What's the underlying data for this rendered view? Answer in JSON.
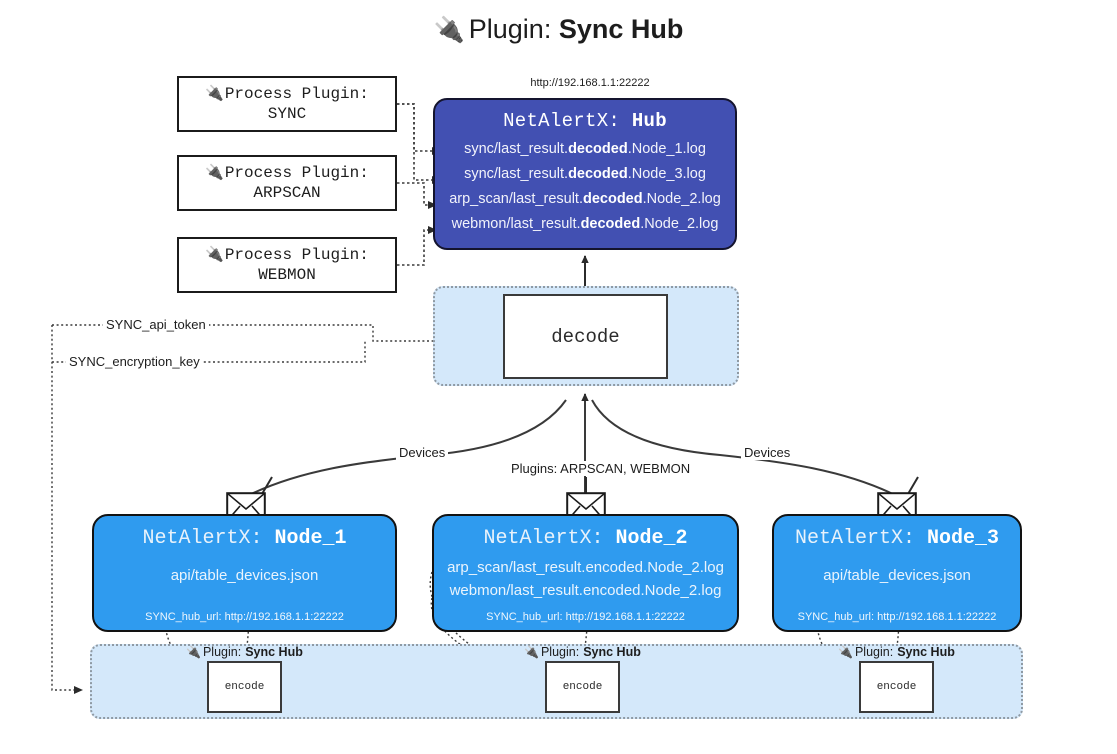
{
  "page": {
    "title_prefix": "Plugin:",
    "title_name": "Sync Hub",
    "plug_icon": "plug-icon",
    "hub_url": "http://192.168.1.1:22222"
  },
  "colors": {
    "hub_fill": "#4250b2",
    "node_fill": "#2f9bef",
    "container_fill": "#d4e8fa",
    "stroke": "#3a3a3a",
    "background": "#ffffff"
  },
  "process_plugins": [
    {
      "label": "Process Plugin:",
      "name": "SYNC"
    },
    {
      "label": "Process Plugin:",
      "name": "ARPSCAN"
    },
    {
      "label": "Process Plugin:",
      "name": "WEBMON"
    }
  ],
  "hub": {
    "title_prefix": "NetAlertX:",
    "title_name": "Hub",
    "lines": [
      {
        "pre": "sync/last_result.",
        "strong": "decoded",
        "post": ".Node_1.log"
      },
      {
        "pre": "sync/last_result.",
        "strong": "decoded",
        "post": ".Node_3.log"
      },
      {
        "pre": "arp_scan/last_result.",
        "strong": "decoded",
        "post": ".Node_2.log"
      },
      {
        "pre": "webmon/last_result.",
        "strong": "decoded",
        "post": ".Node_2.log"
      }
    ]
  },
  "decode": {
    "box_label": "decode"
  },
  "edge_labels": {
    "api_token": "SYNC_api_token",
    "encryption_key": "SYNC_encryption_key",
    "devices_left": "Devices",
    "devices_right": "Devices",
    "plugins": "Plugins: ARPSCAN, WEBMON"
  },
  "nodes": [
    {
      "title_prefix": "NetAlertX:",
      "title_name": "Node_1",
      "lines": [
        "api/table_devices.json"
      ],
      "url_label": "SYNC_hub_url: http://192.168.1.1:22222",
      "envelope_icon": "envelope-icon"
    },
    {
      "title_prefix": "NetAlertX:",
      "title_name": "Node_2",
      "lines": [
        "arp_scan/last_result.encoded.Node_2.log",
        "webmon/last_result.encoded.Node_2.log"
      ],
      "url_label": "SYNC_hub_url: http://192.168.1.1:22222",
      "envelope_icon": "envelope-icon"
    },
    {
      "title_prefix": "NetAlertX:",
      "title_name": "Node_3",
      "lines": [
        "api/table_devices.json"
      ],
      "url_label": "SYNC_hub_url: http://192.168.1.1:22222",
      "envelope_icon": "envelope-icon"
    }
  ],
  "encoders": [
    {
      "plugin_prefix": "Plugin:",
      "plugin_name": "Sync Hub",
      "box_label": "encode"
    },
    {
      "plugin_prefix": "Plugin:",
      "plugin_name": "Sync Hub",
      "box_label": "encode"
    },
    {
      "plugin_prefix": "Plugin:",
      "plugin_name": "Sync Hub",
      "box_label": "encode"
    }
  ]
}
